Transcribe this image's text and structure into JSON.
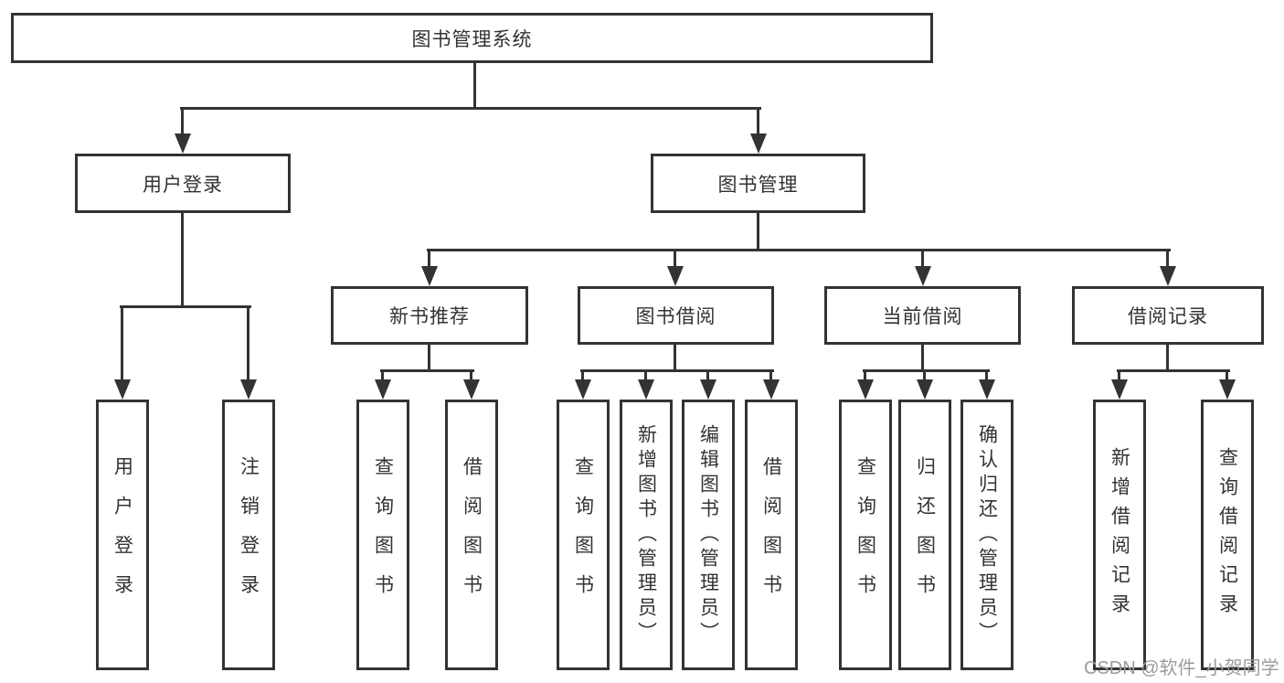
{
  "diagram": {
    "root": {
      "label": "图书管理系统"
    },
    "level2": [
      {
        "label": "用户登录"
      },
      {
        "label": "图书管理"
      }
    ],
    "level3": [
      {
        "label": "新书推荐"
      },
      {
        "label": "图书借阅"
      },
      {
        "label": "当前借阅"
      },
      {
        "label": "借阅记录"
      }
    ],
    "leaves": [
      {
        "label": "用户登录"
      },
      {
        "label": "注销登录"
      },
      {
        "label": "查询图书"
      },
      {
        "label": "借阅图书"
      },
      {
        "label": "查询图书"
      },
      {
        "label": "新增图书（管理员）"
      },
      {
        "label": "编辑图书（管理员）"
      },
      {
        "label": "借阅图书"
      },
      {
        "label": "查询图书"
      },
      {
        "label": "归还图书"
      },
      {
        "label": "确认归还（管理员）"
      },
      {
        "label": "新增借阅记录"
      },
      {
        "label": "查询借阅记录"
      }
    ],
    "watermark": "CSDN @软件_小贺同学",
    "colors": {
      "line": "#333333",
      "text": "#333333",
      "watermark": "#9b9b9b",
      "background": "#ffffff"
    }
  }
}
